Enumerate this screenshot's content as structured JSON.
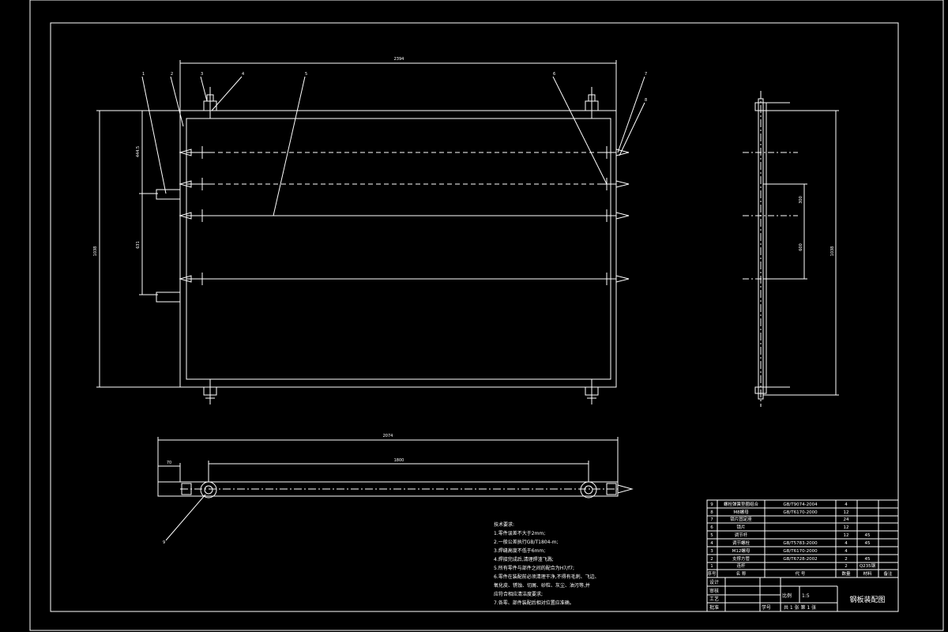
{
  "drawing": {
    "dimensions": {
      "top_overall": "2394",
      "left_height": "1038",
      "left_segment_a": "444.5",
      "left_segment_b": "631",
      "side_overall": "1038",
      "side_segment_a": "300",
      "side_segment_b": "600",
      "bottom_overall": "2074",
      "bottom_inner": "1800",
      "bottom_left": "70"
    },
    "balloons": [
      "1",
      "2",
      "3",
      "4",
      "5",
      "6",
      "7",
      "8",
      "9"
    ],
    "technical_notes": {
      "heading": "技术要求:",
      "lines": [
        "1.零件误差不大于2mm;",
        "2.一般公差执行GB/T1804-m;",
        "3.焊缝高度不低于6mm;",
        "4.焊接完成后,清理焊渣飞溅;",
        "5.所有零件与部件之间的配合为H7/f7;",
        "6.零件在装配前必须清理干净,不得有毛刺、飞边、",
        "氧化皮、锈蚀、切屑、砂粒、灰尘、油污等,并",
        "应符合相应清洁度要求;",
        "7.各零、部件装配后相对位置应准确。"
      ]
    },
    "bom": {
      "rows": [
        {
          "no": "9",
          "name": "螺栓弹簧垫圈组合",
          "code": "GB/T9074-2004",
          "qty": "4",
          "material": "",
          "mass": ""
        },
        {
          "no": "8",
          "name": "M8螺母",
          "code": "GB/T6170-2000",
          "qty": "12",
          "material": "",
          "mass": ""
        },
        {
          "no": "7",
          "name": "锁片固定座",
          "code": "",
          "qty": "24",
          "material": "",
          "mass": ""
        },
        {
          "no": "6",
          "name": "锁片",
          "code": "",
          "qty": "12",
          "material": "",
          "mass": ""
        },
        {
          "no": "5",
          "name": "调节杆",
          "code": "",
          "qty": "12",
          "material": "45",
          "mass": ""
        },
        {
          "no": "4",
          "name": "调节螺栓",
          "code": "GB/T5783-2000",
          "qty": "4",
          "material": "45",
          "mass": ""
        },
        {
          "no": "3",
          "name": "M12螺母",
          "code": "GB/T6170-2000",
          "qty": "4",
          "material": "",
          "mass": ""
        },
        {
          "no": "2",
          "name": "支撑方管",
          "code": "GB/T6728-2002",
          "qty": "2",
          "material": "45",
          "mass": ""
        },
        {
          "no": "1",
          "name": "连杆",
          "code": "",
          "qty": "2",
          "material": "Q235钢",
          "mass": ""
        }
      ],
      "header": {
        "no": "序号",
        "name": "名 称",
        "code": "代 号",
        "qty": "数量",
        "material": "材料",
        "mass": "备注"
      }
    },
    "title_block": {
      "labels": [
        "设计",
        "审核",
        "工艺",
        "批准"
      ],
      "bottom_label": "学号",
      "scale_label": "比例",
      "scale_value": "1:5",
      "sheet_text": "共 1 张  第 1 张",
      "title": "钢板装配图"
    },
    "colors": {
      "background": "#000000",
      "lines": "#ffffff"
    }
  }
}
